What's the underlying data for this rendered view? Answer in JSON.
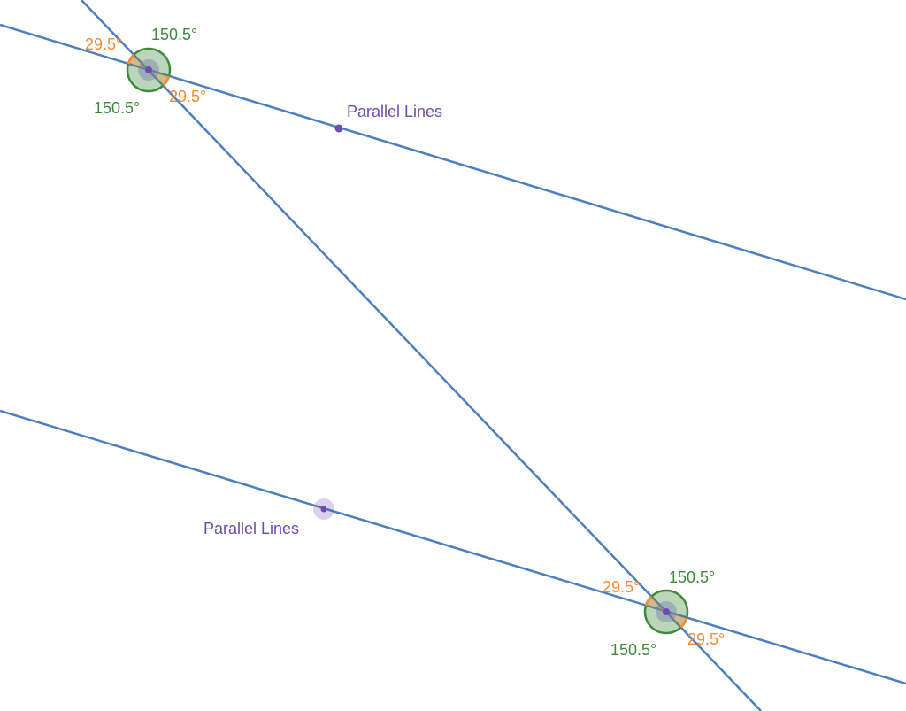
{
  "colors": {
    "line": "#4a7fc1",
    "acute": "#f78a35",
    "obtuse": "#3d8a3d",
    "point": "#6b4cb0"
  },
  "labels": {
    "top": {
      "obtuse_upper": "150.5°",
      "obtuse_lower": "150.5°",
      "acute_left": "29.5°",
      "acute_right": "29.5°"
    },
    "bottom": {
      "obtuse_upper": "150.5°",
      "obtuse_lower": "150.5°",
      "acute_left": "29.5°",
      "acute_right": "29.5°"
    },
    "point_top": "Parallel Lines",
    "point_bottom": "Parallel Lines"
  },
  "angles": {
    "acute_deg": 29.5,
    "obtuse_deg": 150.5
  }
}
